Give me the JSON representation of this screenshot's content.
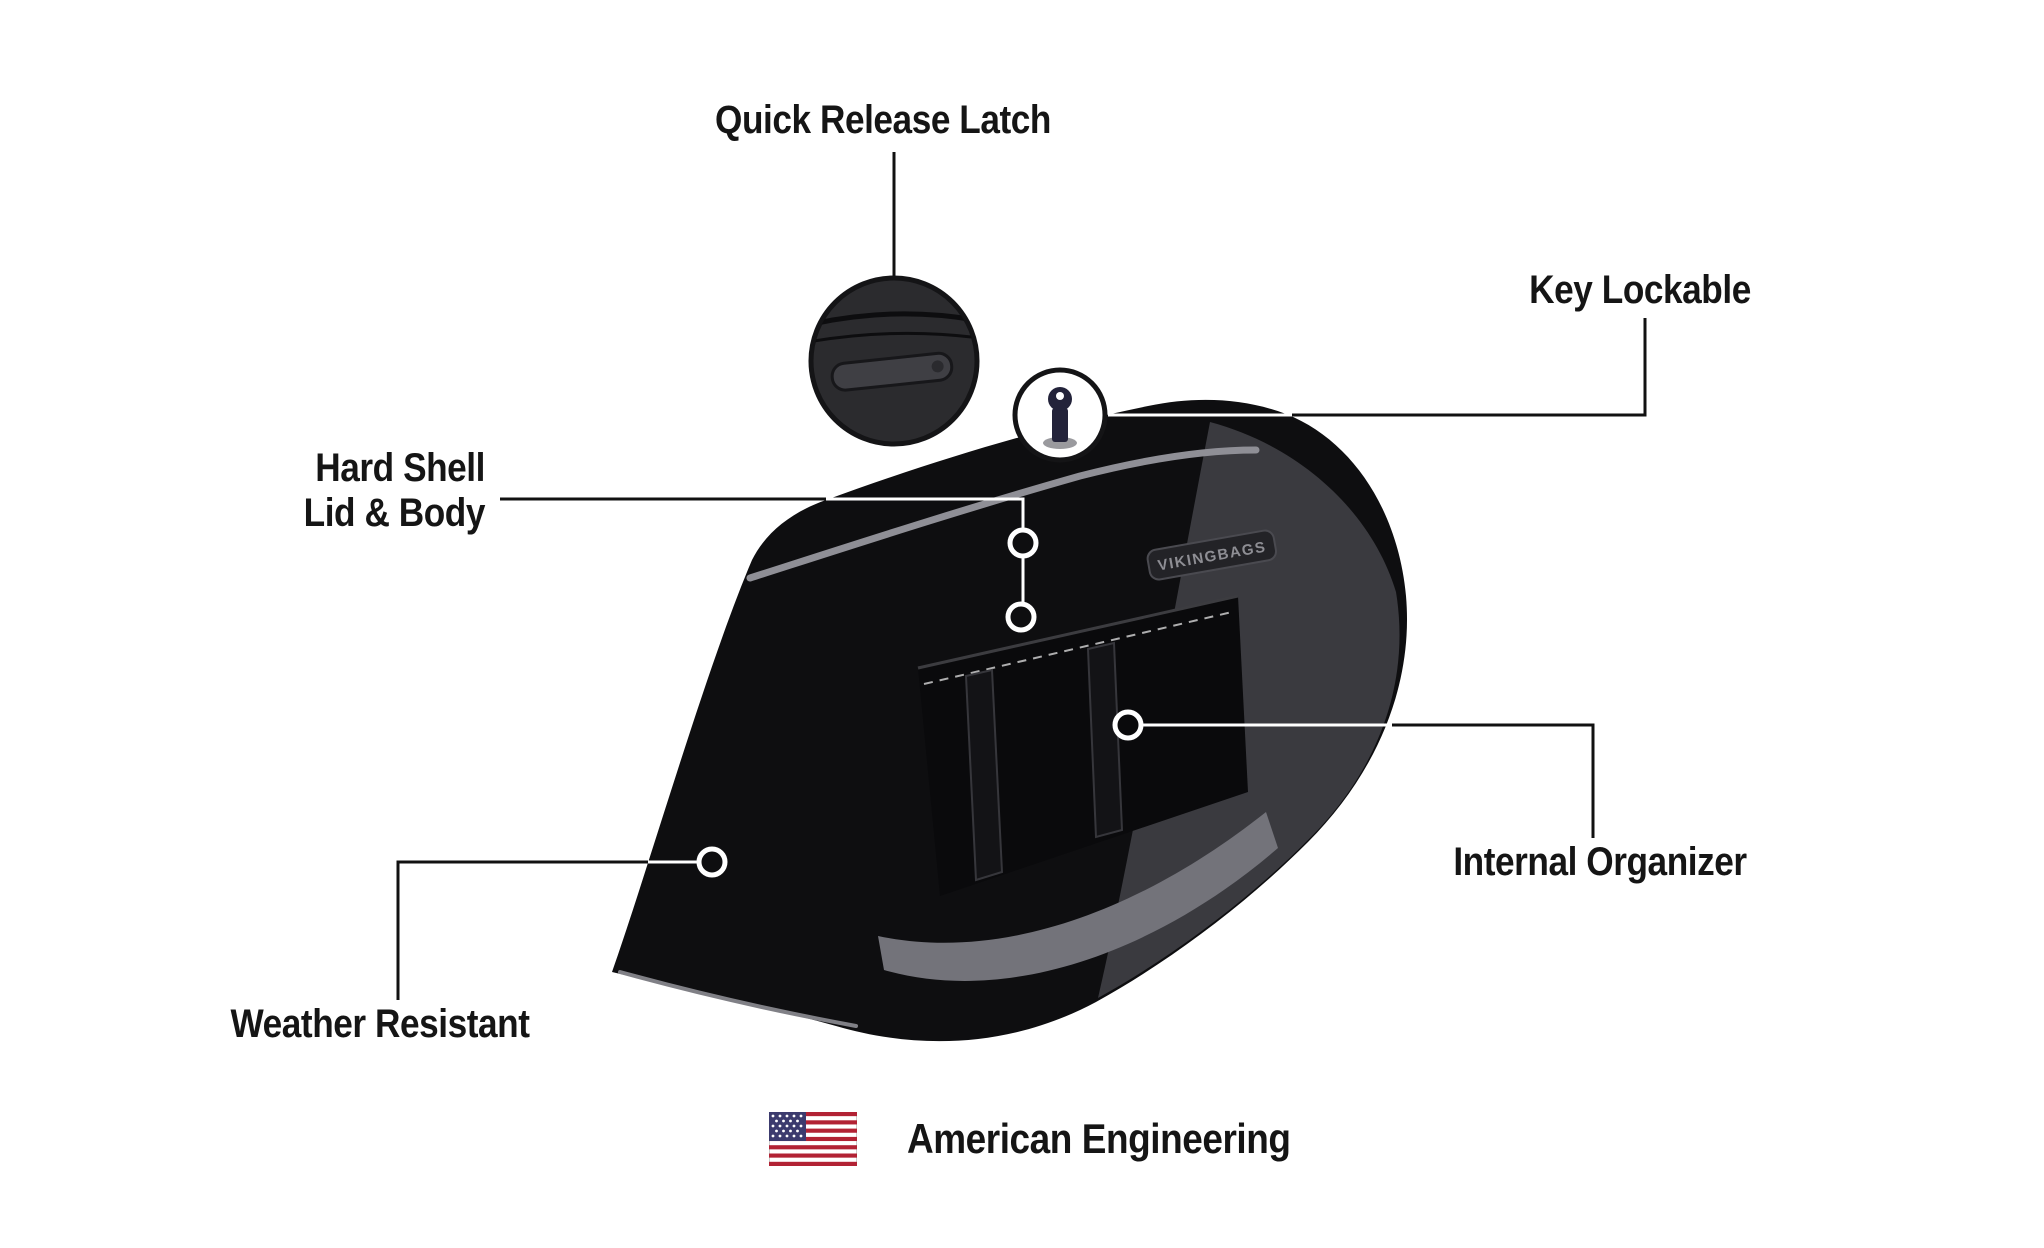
{
  "page": {
    "background": "#ffffff",
    "text_color": "#151515"
  },
  "product": {
    "brand_badge": "VIKINGBAGS",
    "colors": {
      "body_black": "#0e0e10",
      "right_face_gray": "#3a3a3f",
      "accent_stripe_gray": "#8f8f96",
      "interior_gray": "#73737a",
      "marker_ring": "#ffffff"
    }
  },
  "callouts": {
    "quick_release_latch": {
      "label": "Quick Release Latch"
    },
    "key_lockable": {
      "label": "Key Lockable"
    },
    "hard_shell": {
      "line1": "Hard Shell",
      "line2": "Lid & Body"
    },
    "internal_organizer": {
      "label": "Internal Organizer"
    },
    "weather_resistant": {
      "label": "Weather Resistant"
    }
  },
  "footer": {
    "american_engineering": "American Engineering",
    "flag_icon": "us-flag-icon",
    "flag_colors": {
      "red": "#B22234",
      "white": "#ffffff",
      "blue": "#3C3B6E"
    }
  }
}
